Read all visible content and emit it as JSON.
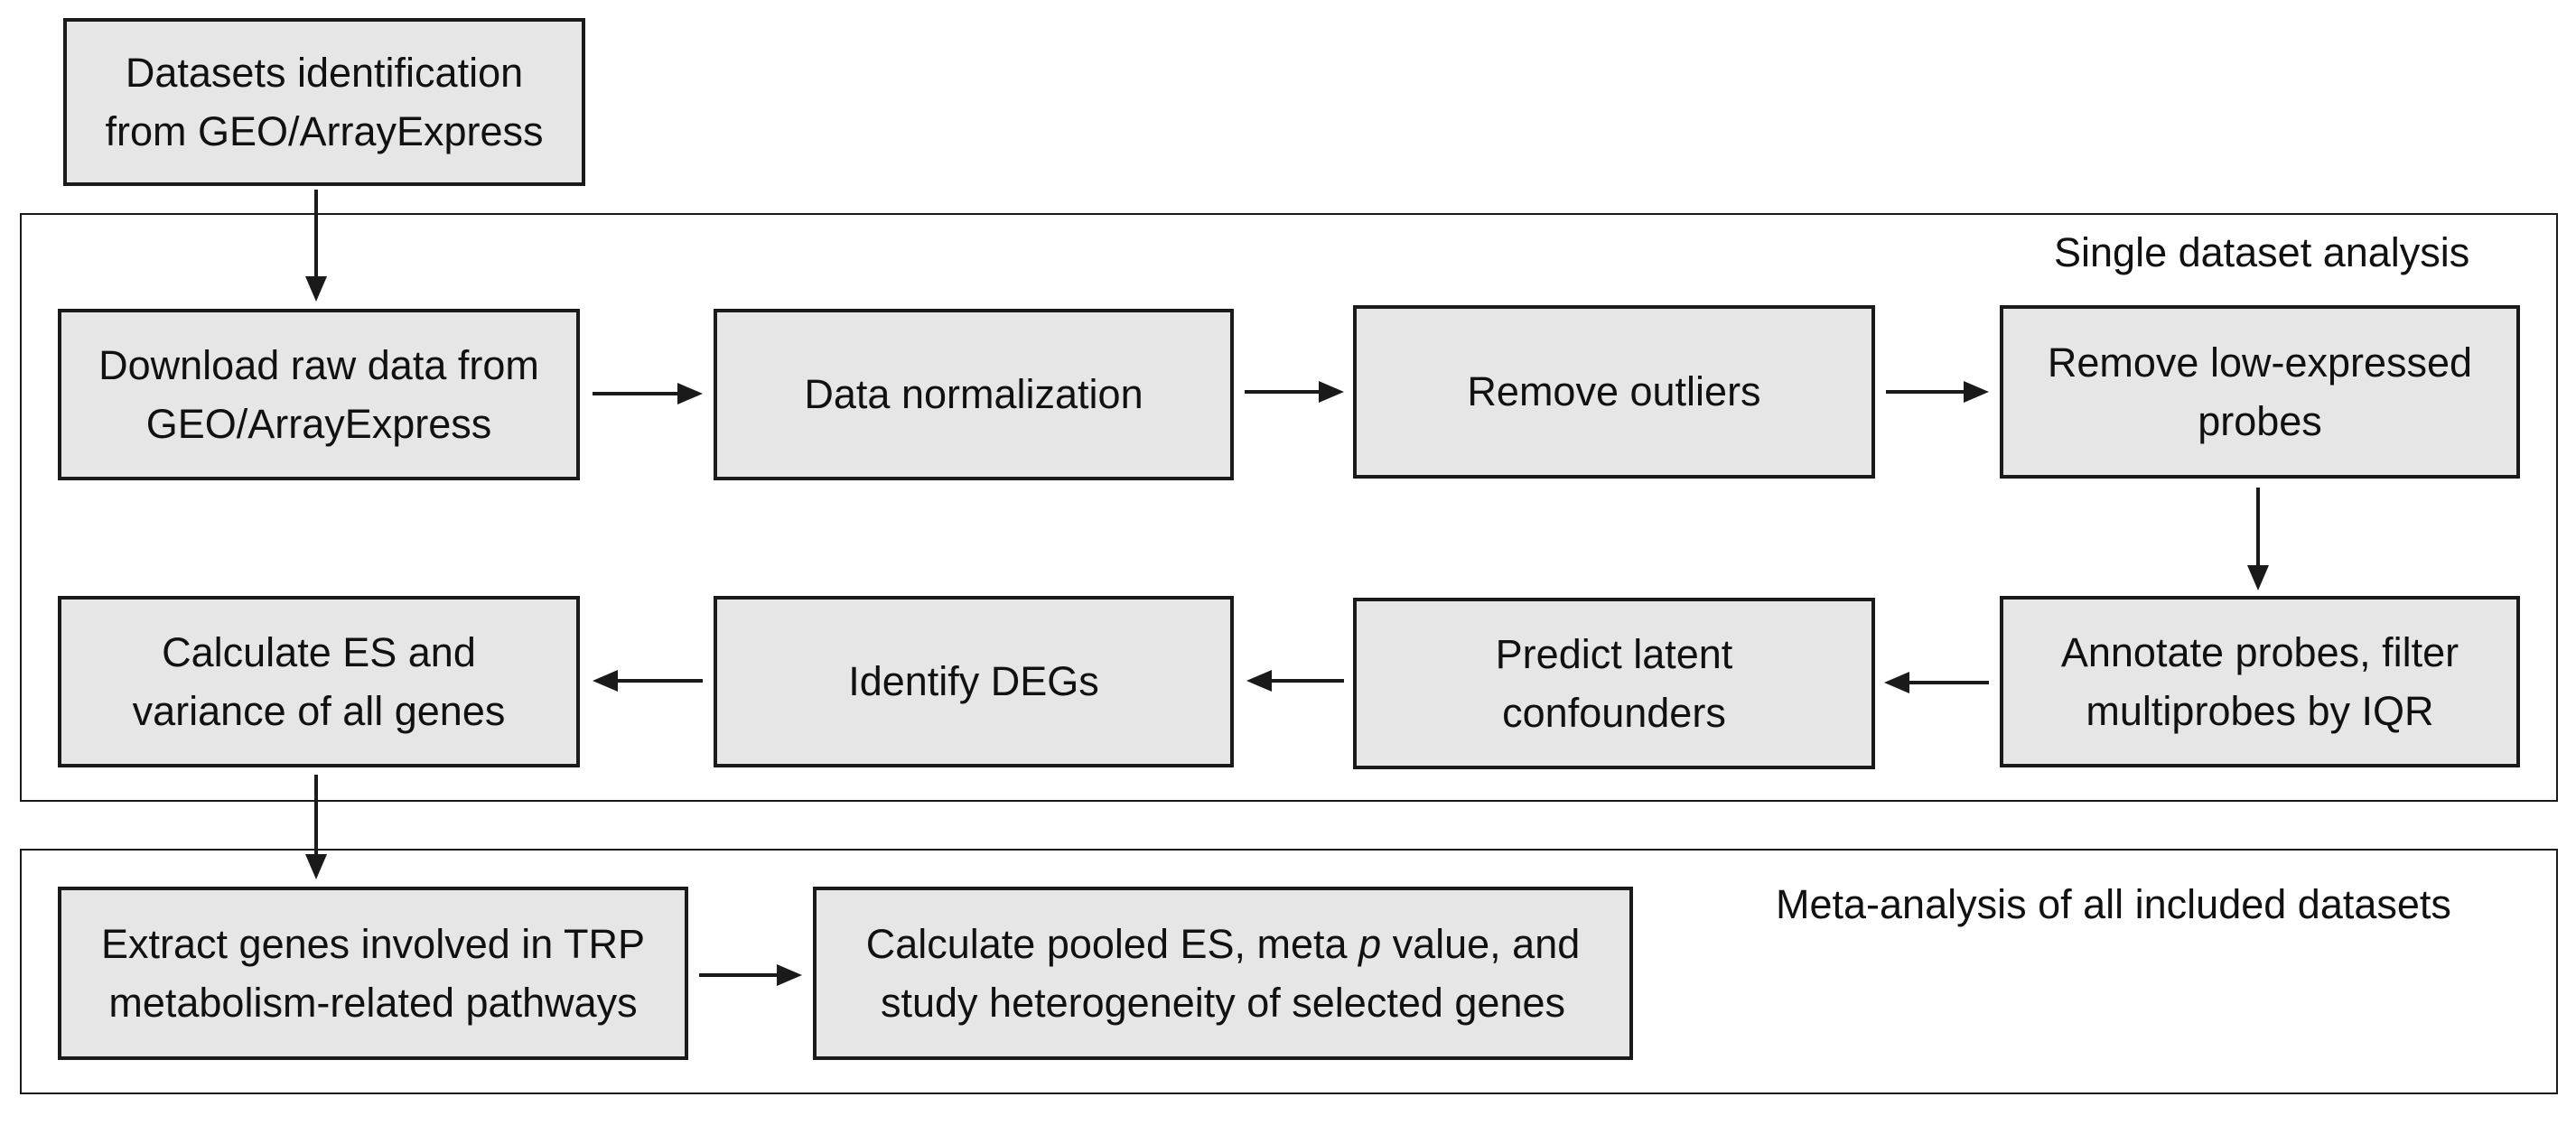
{
  "regions": {
    "single": {
      "label": "Single dataset analysis"
    },
    "meta": {
      "label": "Meta-analysis of all included datasets"
    }
  },
  "boxes": {
    "datasets_identification": [
      "Datasets identification",
      "from GEO/ArrayExpress"
    ],
    "download_raw": [
      "Download raw data from",
      "GEO/ArrayExpress"
    ],
    "normalization": [
      "Data normalization"
    ],
    "remove_outliers": [
      "Remove outliers"
    ],
    "remove_low": [
      "Remove low-expressed",
      "probes"
    ],
    "annotate": [
      "Annotate probes, filter",
      "multiprobes by IQR"
    ],
    "predict_latent": [
      "Predict latent",
      "confounders"
    ],
    "identify_degs": [
      "Identify DEGs"
    ],
    "calculate_es": [
      "Calculate ES and",
      "variance of all genes"
    ],
    "extract_genes": [
      "Extract genes involved in TRP",
      "metabolism-related pathways"
    ],
    "pooled": {
      "line1_a": "Calculate pooled ES, meta ",
      "line1_p": "p",
      "line1_b": " value, and",
      "line2": "study heterogeneity of selected genes"
    }
  }
}
